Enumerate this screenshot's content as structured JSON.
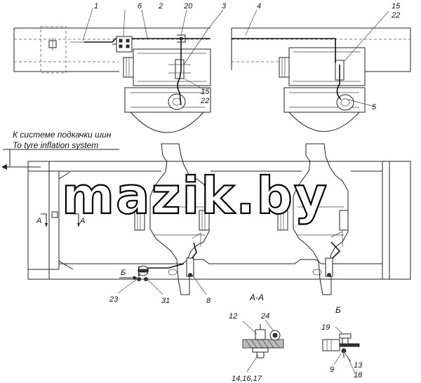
{
  "caption": {
    "ru": "К системе подкачки шин",
    "en": "To tyre inflation system"
  },
  "watermark": "mazik.by",
  "sections": {
    "aa": "А-А",
    "b": "Б"
  },
  "section_marks": {
    "a_left": "A",
    "a_right": "A",
    "b_mark": "Б"
  },
  "callouts": {
    "c1": "1",
    "c2": "2",
    "c3": "3",
    "c4": "4",
    "c5": "5",
    "c6": "6",
    "c8": "8",
    "c20": "20",
    "c15a": "15",
    "c22a": "22",
    "c15b": "15",
    "c22b": "22",
    "c23": "23",
    "c31": "31",
    "c12": "12",
    "c24": "24",
    "c141617": "14,16,17",
    "c19": "19",
    "c13": "13",
    "c9": "9",
    "c18": "18"
  }
}
